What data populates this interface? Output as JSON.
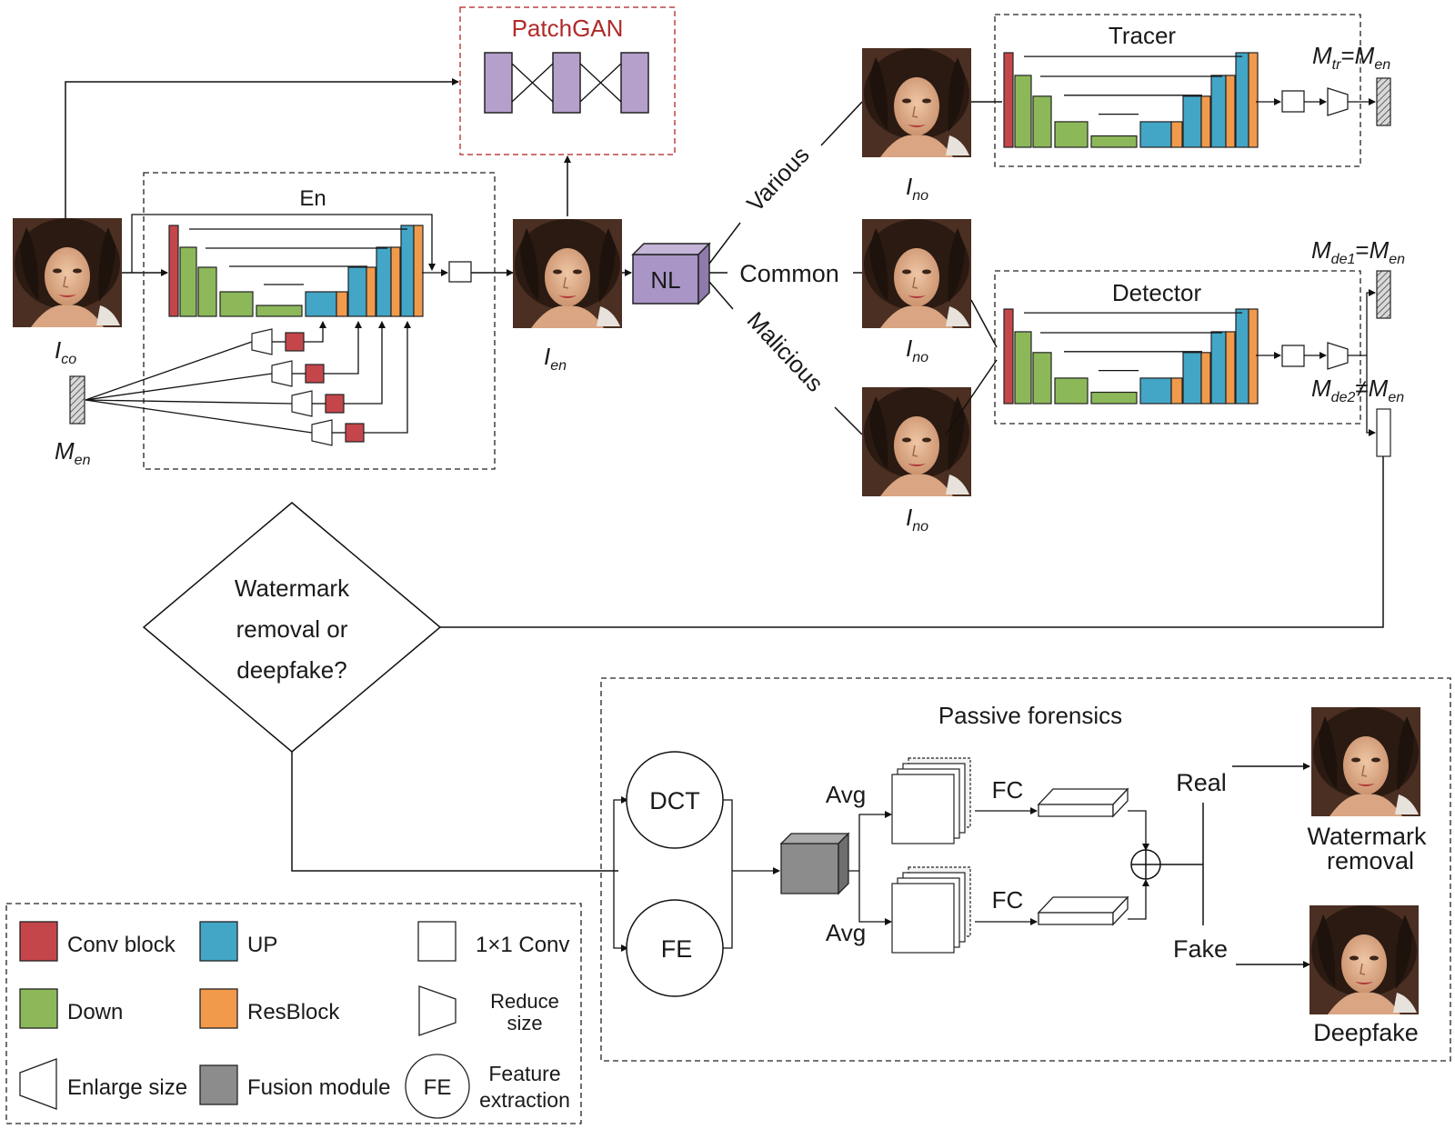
{
  "colors": {
    "conv": "#c4464a",
    "down": "#8db85a",
    "up": "#43a6c6",
    "res": "#f29a4c",
    "fusion": "#8c8c8c",
    "patchgan_block": "#b5a0cc",
    "nl": "#a995c6",
    "patchgan_label": "#b02a2a"
  },
  "labels": {
    "patchgan": "PatchGAN",
    "en": "En",
    "nl": "NL",
    "tracer": "Tracer",
    "detector": "Detector",
    "various": "Various",
    "common": "Common",
    "malicious": "Malicious",
    "i_co": {
      "main": "I",
      "sub": "co"
    },
    "i_en": {
      "main": "I",
      "sub": "en"
    },
    "i_no": {
      "main": "I",
      "sub": "no"
    },
    "m_en": {
      "main": "M",
      "sub": "en"
    },
    "m_tr": {
      "m1": "M",
      "s1": "tr",
      "op": "=",
      "m2": "M",
      "s2": "en"
    },
    "m_de1": {
      "m1": "M",
      "s1": "de1",
      "op": "=",
      "m2": "M",
      "s2": "en"
    },
    "m_de2": {
      "m1": "M",
      "s1": "de2",
      "op": "≠",
      "m2": "M",
      "s2": "en"
    },
    "decision": [
      "Watermark",
      "removal or",
      "deepfake?"
    ],
    "passive_forensics": "Passive forensics",
    "dct": "DCT",
    "fe": "FE",
    "avg": "Avg",
    "fc": "FC",
    "real": "Real",
    "fake": "Fake",
    "out_watermark": [
      "Watermark",
      "removal"
    ],
    "out_deepfake": "Deepfake"
  },
  "legend": [
    {
      "label": "Conv block"
    },
    {
      "label": "UP"
    },
    {
      "label": "1×1 Conv"
    },
    {
      "label": "Down"
    },
    {
      "label": "ResBlock"
    },
    {
      "label": [
        "Reduce",
        "size"
      ]
    },
    {
      "label": "Enlarge size"
    },
    {
      "label": "Fusion module"
    },
    {
      "label": [
        "Feature",
        "extraction"
      ],
      "badge": "FE"
    }
  ],
  "images": [
    "face-icon"
  ]
}
